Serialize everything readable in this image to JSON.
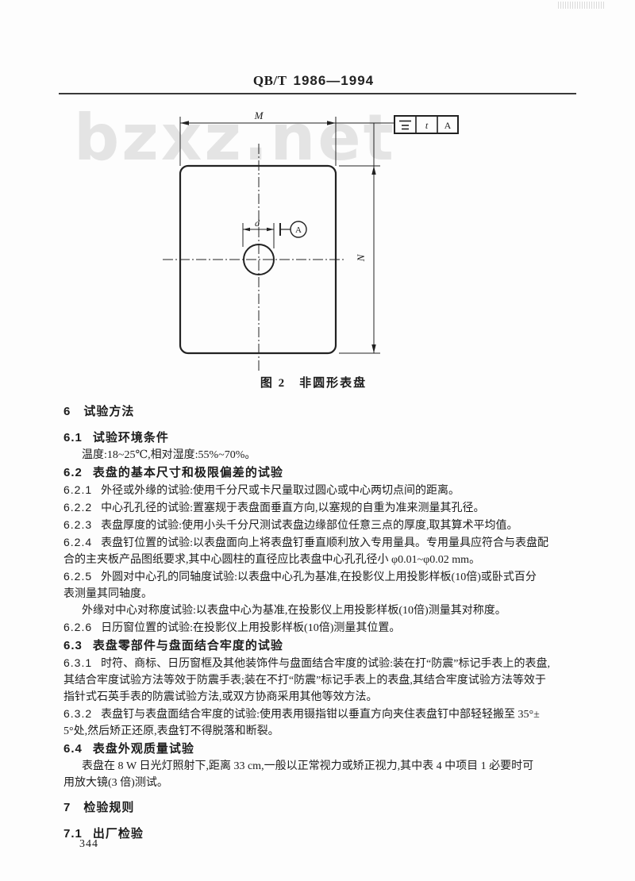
{
  "header": {
    "code": "QB/T",
    "year": "1986—1994"
  },
  "watermark": "bzxz.net",
  "figure": {
    "caption": "图 2　非圆形表盘",
    "labels": {
      "width_dim": "M",
      "height_dim": "N",
      "hole_dim": "d",
      "datum_circle": "A",
      "tolerance_value": "t",
      "tolerance_datum": "A"
    }
  },
  "content": {
    "lines": [
      {
        "style": "h2",
        "num": "6",
        "text": "试验方法"
      },
      {
        "style": "h3",
        "num": "6.1",
        "text": "试验环境条件"
      },
      {
        "style": "indent",
        "num": "",
        "text": "温度:18~25℃,相对湿度:55%~70%。"
      },
      {
        "style": "h3",
        "num": "6.2",
        "text": "表盘的基本尺寸和极限偏差的试验"
      },
      {
        "style": "body",
        "num": "6.2.1",
        "text": "外径或外缘的试验:使用千分尺或卡尺量取过圆心或中心两切点间的距离。"
      },
      {
        "style": "body",
        "num": "6.2.2",
        "text": "中心孔孔径的试验:置塞规于表盘面垂直方向,以塞规的自重为准来测量其孔径。"
      },
      {
        "style": "body",
        "num": "6.2.3",
        "text": "表盘厚度的试验:使用小头千分尺测试表盘边缘部位任意三点的厚度,取其算术平均值。"
      },
      {
        "style": "body",
        "num": "6.2.4",
        "text": "表盘钉位置的试验:以表盘面向上将表盘钉垂直顺利放入专用量具。专用量具应符合与表盘配"
      },
      {
        "style": "cont",
        "num": "",
        "text": "合的主夹板产品图纸要求,其中心圆柱的直径应比表盘中心孔孔径小 φ0.01~φ0.02 mm。"
      },
      {
        "style": "body",
        "num": "6.2.5",
        "text": "外圆对中心孔的同轴度试验:以表盘中心孔为基准,在投影仪上用投影样板(10倍)或卧式百分"
      },
      {
        "style": "cont",
        "num": "",
        "text": "表测量其同轴度。"
      },
      {
        "style": "indent",
        "num": "",
        "text": "外缘对中心对称度试验:以表盘中心为基准,在投影仪上用投影样板(10倍)测量其对称度。"
      },
      {
        "style": "body",
        "num": "6.2.6",
        "text": "日历窗位置的试验:在投影仪上用投影样板(10倍)测量其位置。"
      },
      {
        "style": "h3",
        "num": "6.3",
        "text": "表盘零部件与盘面结合牢度的试验"
      },
      {
        "style": "body",
        "num": "6.3.1",
        "text": "时符、商标、日历窗框及其他装饰件与盘面结合牢度的试验:装在打“防震”标记手表上的表盘,"
      },
      {
        "style": "cont",
        "num": "",
        "text": "其结合牢度试验方法等效于防震手表;装在不打“防震”标记手表上的表盘,其结合牢度试验方法等效于"
      },
      {
        "style": "cont",
        "num": "",
        "text": "指针式石英手表的防震试验方法,或双方协商采用其他等效方法。"
      },
      {
        "style": "body",
        "num": "6.3.2",
        "text": "表盘钉与表盘面结合牢度的试验:使用表用镊指钳以垂直方向夹住表盘钉中部轻轻搬至 35°±"
      },
      {
        "style": "cont",
        "num": "",
        "text": "5°处,然后矫正还原,表盘钉不得脱落和断裂。"
      },
      {
        "style": "h3",
        "num": "6.4",
        "text": "表盘外观质量试验"
      },
      {
        "style": "indent",
        "num": "",
        "text": "表盘在 8 W 日光灯照射下,距离 33 cm,一般以正常视力或矫正视力,其中表 4 中项目 1 必要时可"
      },
      {
        "style": "cont",
        "num": "",
        "text": "用放大镜(3 倍)测试。"
      },
      {
        "style": "h2",
        "num": "7",
        "text": "检验规则"
      },
      {
        "style": "h3",
        "num": "7.1",
        "text": "出厂检验"
      }
    ]
  },
  "footer": {
    "page_number": "344"
  }
}
